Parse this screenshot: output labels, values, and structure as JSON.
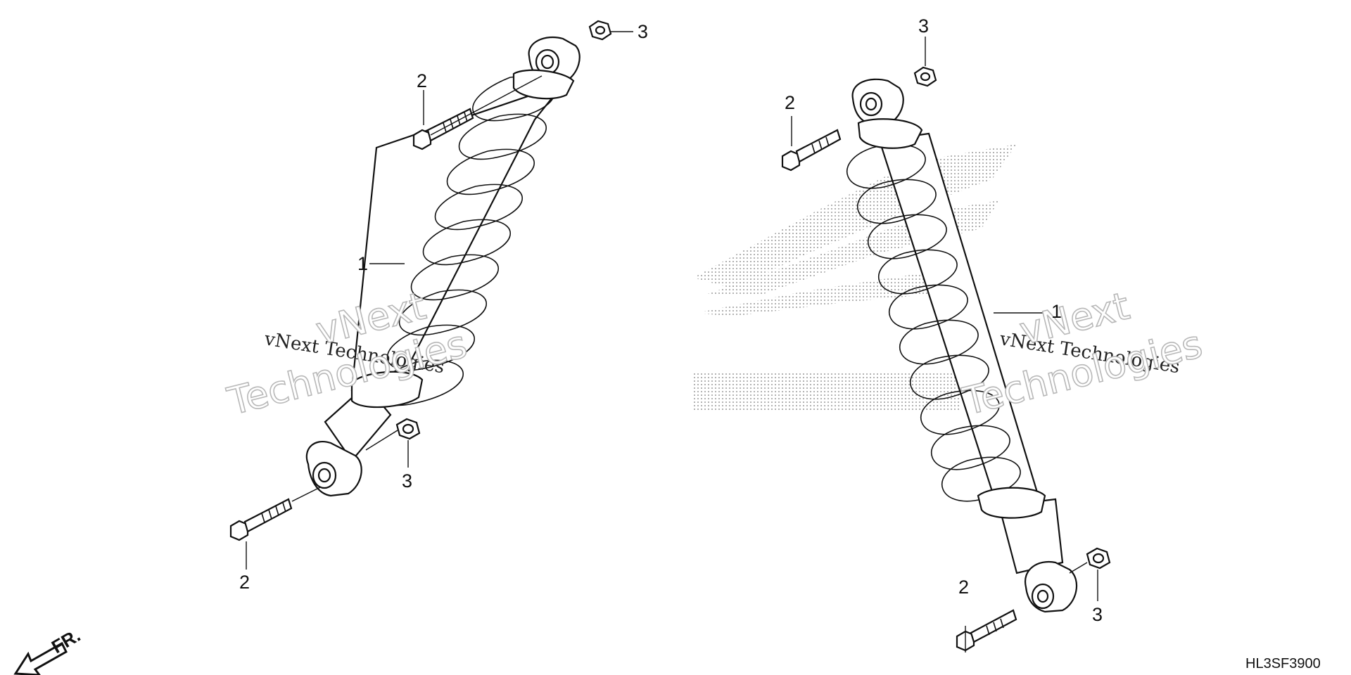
{
  "diagram_code": "HL3SF3900",
  "direction_label": "FR.",
  "watermark": {
    "line_company": "vNext Technologies",
    "big_line_1": "vNext",
    "big_line_2": "Technologies"
  },
  "callouts": {
    "shock_left": "1",
    "bolt_left_top": "2",
    "nut_left_top": "3",
    "bolt_left_bottom": "2",
    "nut_left_bottom": "3",
    "shock_right": "1",
    "bolt_right_top": "2",
    "nut_right_top": "3",
    "bolt_right_bottom": "2",
    "nut_right_bottom": "3"
  },
  "icons": {
    "brand_mark": "honda-wing-logo-icon",
    "arrow": "front-direction-arrow-icon"
  }
}
